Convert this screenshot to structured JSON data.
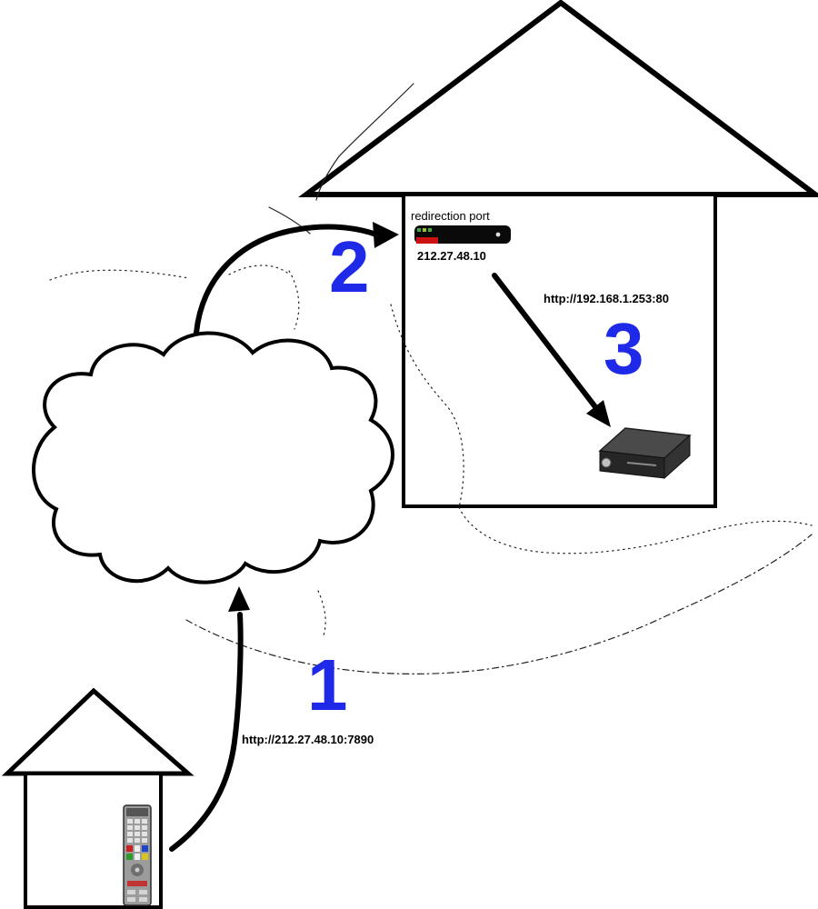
{
  "diagram": {
    "labels": {
      "redirection_port": "redirection port",
      "router_ip": "212.27.48.10",
      "lan_url": "http://192.168.1.253:80",
      "wan_url": "http://212.27.48.10:7890"
    },
    "steps": {
      "step1": "1",
      "step2": "2",
      "step3": "3"
    },
    "icons": {
      "internet": "cloud-icon",
      "remote_home": "house-icon",
      "freebox_home": "house-icon",
      "router": "modem-router-icon",
      "player": "set-top-box-icon",
      "remote": "remote-control-icon"
    },
    "colors": {
      "step_number": "#1f2ae8",
      "outline": "#000000",
      "router_body": "#0a0a0a",
      "router_led": "#cc1111",
      "stb_body": "#3a3a3a"
    }
  }
}
